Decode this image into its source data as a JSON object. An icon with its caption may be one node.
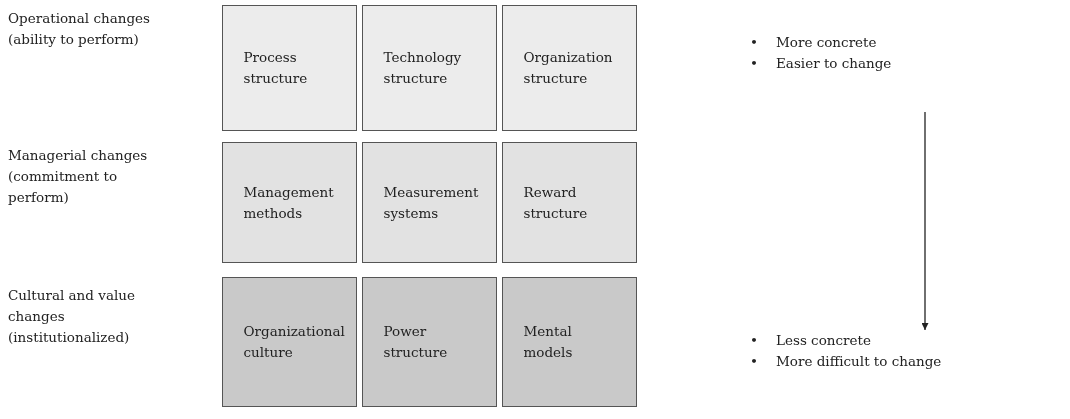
{
  "diagram": {
    "nodes": [
      {
        "text": [
          "Process structure"
        ]
      },
      {
        "text": [
          "Technology structure"
        ]
      },
      {
        "text": [
          "Organization structure"
        ]
      },
      {
        "text": [
          "Management methods"
        ]
      },
      {
        "text": [
          "Measurement systems"
        ]
      },
      {
        "text": [
          "Reward structure"
        ]
      },
      {
        "text": [
          "Organizational culture"
        ]
      },
      {
        "text": [
          "Power structure"
        ]
      },
      {
        "text": [
          "Mental models"
        ]
      },
      {
        "text": [
          "•",
          "More concrete",
          "•",
          "Easier to change"
        ]
      },
      {
        "text": [
          "•",
          "Less concrete",
          "•",
          "More difficult to change"
        ]
      }
    ],
    "edges": [
      {
        "from": 9,
        "to": 10,
        "arrow": "to"
      }
    ],
    "labels": [
      "Operational changes (ability to perform)",
      "Managerial changes (commitment to perform)",
      "Cultural and value changes (institutionalized)"
    ]
  }
}
